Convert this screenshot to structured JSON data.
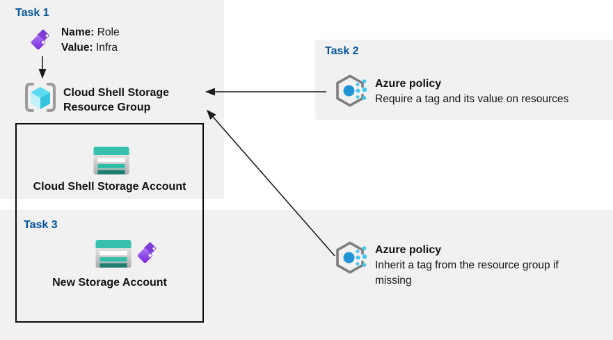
{
  "colors": {
    "task_label": "#00539b",
    "region_bg": "#f1f1f1",
    "tag_purple_light": "#ad7bf5",
    "tag_purple_dark": "#7724d8",
    "storage_teal": "#35c1ad",
    "storage_teal_dark": "#1e7f70",
    "cube_cyan_top": "#5cdbf0",
    "cube_cyan_left": "#c3f1f9",
    "cube_cyan_right": "#35c4e0",
    "policy_blue": "#2095d3",
    "policy_cyan": "#45c6ea",
    "arrow": "#1a1a1a"
  },
  "task1": {
    "label": "Task 1",
    "tag_rows": [
      {
        "label": "Name:",
        "value": "Role"
      },
      {
        "label": "Value:",
        "value": "Infra"
      }
    ],
    "resource_group": {
      "label": "Cloud Shell Storage Resource Group"
    }
  },
  "resource_box": {
    "storage_account": {
      "label": "Cloud Shell Storage Account"
    }
  },
  "task3": {
    "label": "Task 3",
    "new_storage_account": {
      "label": "New Storage Account"
    }
  },
  "task2": {
    "label": "Task 2",
    "policy": {
      "title": "Azure policy",
      "description": "Require a tag and its value on resources"
    }
  },
  "policy_inherit": {
    "title": "Azure policy",
    "description": "Inherit a tag from the resource group if missing"
  }
}
